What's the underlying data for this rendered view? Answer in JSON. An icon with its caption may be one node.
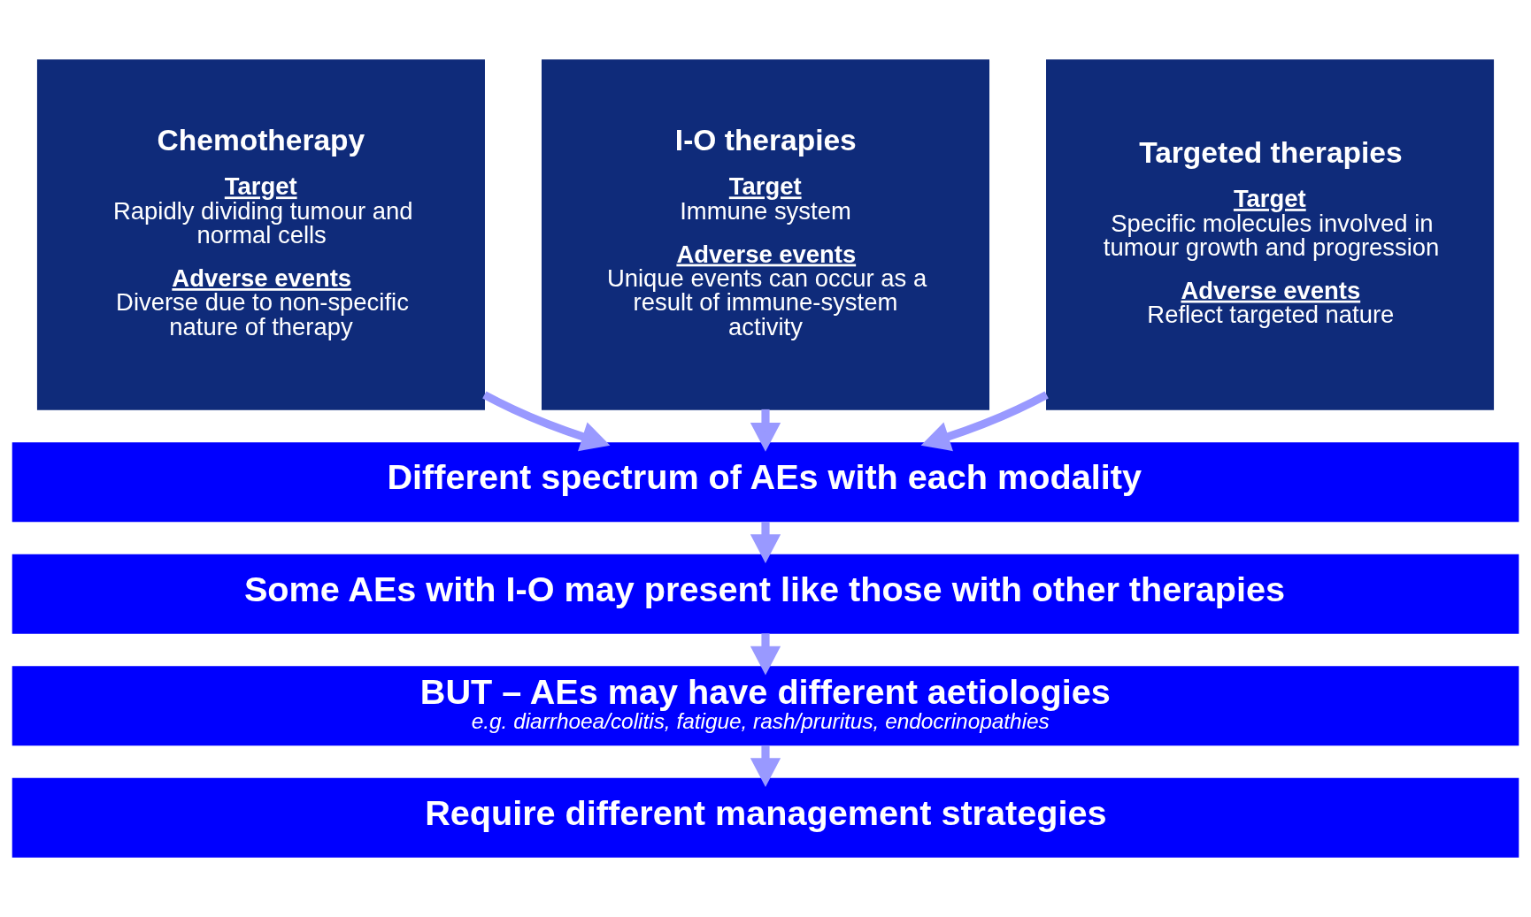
{
  "diagram": {
    "nodes": [
      {
        "text": [
          "Chemotherapy",
          "Target",
          "Rapidly dividing tumour and normal cells",
          "Adverse events",
          "Diverse due to non-specific nature of therapy"
        ]
      },
      {
        "text": [
          "I-O therapies",
          "Target",
          "Immune system",
          "Adverse events",
          "Unique events can occur as a result of immune-system activity"
        ]
      },
      {
        "text": [
          "Targeted therapies",
          "Target",
          "Specific molecules involved in tumour growth and progression",
          "Adverse events",
          "Reflect targeted nature"
        ]
      },
      {
        "text": [
          "Different spectrum of AEs with each modality"
        ]
      },
      {
        "text": [
          "Some AEs with I-O may present like those with other therapies"
        ]
      },
      {
        "text": [
          "BUT – AEs may have different aetiologies",
          "e.g. diarrhoea/colitis, fatigue, rash/pruritus, endocrinopathies"
        ]
      },
      {
        "text": [
          "Require different management strategies"
        ]
      }
    ],
    "edges": [
      {
        "from": 0,
        "to": 3,
        "arrow": "to"
      },
      {
        "from": 1,
        "to": 3,
        "arrow": "to"
      },
      {
        "from": 2,
        "to": 3,
        "arrow": "to"
      },
      {
        "from": 3,
        "to": 4,
        "arrow": "to"
      },
      {
        "from": 4,
        "to": 5,
        "arrow": "to"
      },
      {
        "from": 5,
        "to": 6,
        "arrow": "to"
      }
    ]
  }
}
